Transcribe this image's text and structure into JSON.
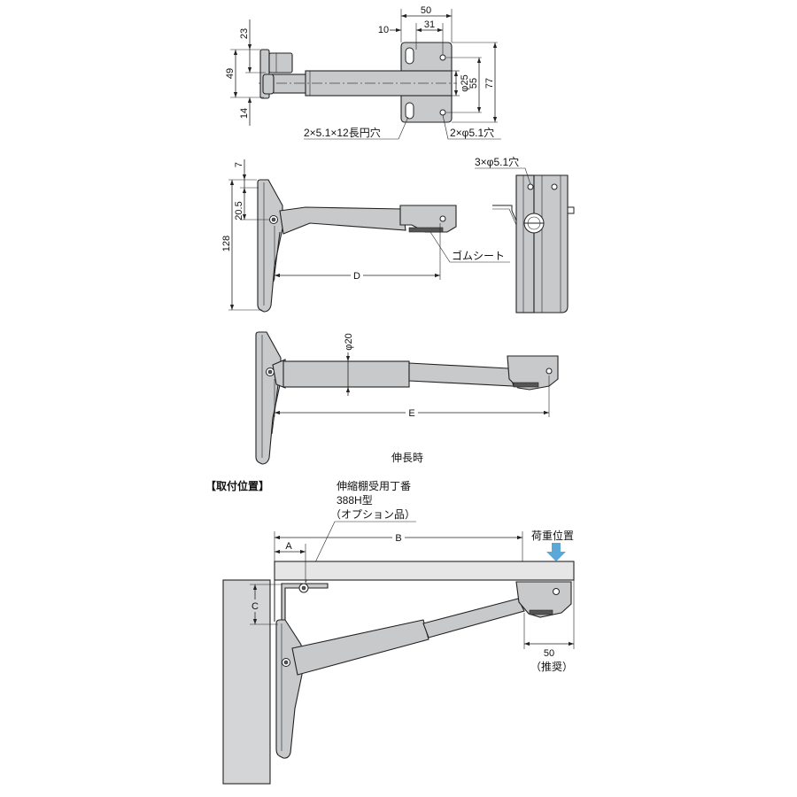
{
  "top_view": {
    "dim_50": "50",
    "dim_10": "10",
    "dim_31": "31",
    "dim_23": "23",
    "dim_49": "49",
    "dim_14": "14",
    "dim_phi25": "φ25",
    "dim_55": "55",
    "dim_77": "77",
    "slot_label": "2×5.1×12長円穴",
    "hole_label": "2×φ5.1穴"
  },
  "side_view": {
    "dim_7": "7",
    "dim_20_5": "20.5",
    "dim_128": "128",
    "dim_d": "D",
    "rubber_label": "ゴムシート"
  },
  "end_view": {
    "holes_label": "3×φ5.1穴"
  },
  "extended_view": {
    "dim_phi20": "φ20",
    "dim_e": "E",
    "caption": "伸長時"
  },
  "install": {
    "heading": "【取付位置】",
    "option_line1": "伸縮棚受用丁番",
    "option_line2": "388H型",
    "option_line3": "（オプション品）",
    "dim_a": "A",
    "dim_b": "B",
    "dim_c": "C",
    "load_label": "荷重位置",
    "dim_50": "50",
    "recommended": "（推奨）"
  },
  "colors": {
    "part": "#c8c9ca",
    "wall": "#d4d5d6",
    "shelf": "#e6e6e6",
    "load": "#5aa7d8"
  }
}
